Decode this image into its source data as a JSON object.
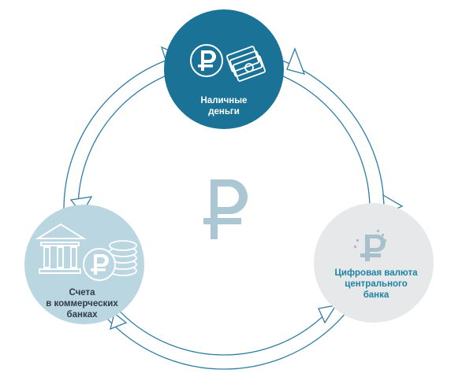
{
  "diagram": {
    "nodes": [
      {
        "id": "cash",
        "label_lines": [
          "Наличные",
          "деньги"
        ],
        "color": "#1a7396",
        "text_color": "#ffffff",
        "icons": [
          "ruble-coin-icon",
          "banknote-stack-icon"
        ]
      },
      {
        "id": "accounts",
        "label_lines": [
          "Счета",
          "в коммерческих",
          "банках"
        ],
        "color": "#b9d6e1",
        "text_color": "#2f3c47",
        "icons": [
          "bank-building-icon",
          "ruble-coin-icon",
          "coin-stack-icon"
        ]
      },
      {
        "id": "digital",
        "label_lines": [
          "Цифровая валюта",
          "центрального",
          "банка"
        ],
        "color": "#e6e8e9",
        "text_color": "#1d82a5",
        "icons": [
          "ruble-sign-icon"
        ]
      }
    ],
    "center_icon": "ruble-sign-icon",
    "ring_color": "#2f7ea4",
    "center_color": "#aac7d3"
  }
}
